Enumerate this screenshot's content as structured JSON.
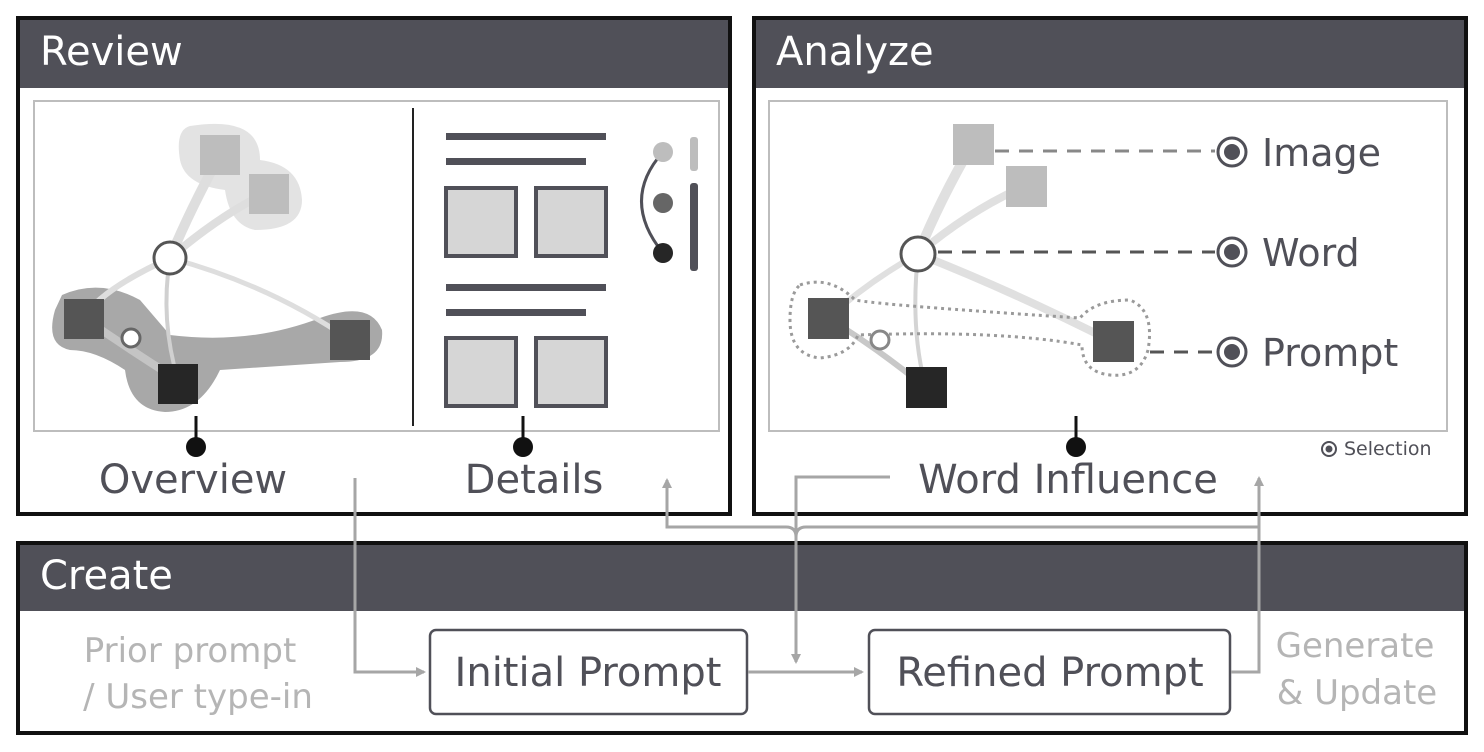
{
  "review": {
    "title": "Review",
    "overview_label": "Overview",
    "details_label": "Details"
  },
  "analyze": {
    "title": "Analyze",
    "word_influence_label": "Word Influence",
    "legend_image": "Image",
    "legend_word": "Word",
    "legend_prompt": "Prompt",
    "selection_note": "Selection"
  },
  "create": {
    "title": "Create",
    "prior_prompt_line1": "Prior prompt",
    "prior_prompt_line2": "/ User type-in",
    "initial_prompt": "Initial Prompt",
    "refined_prompt": "Refined Prompt",
    "generate_line1": "Generate",
    "generate_line2": "& Update"
  },
  "colors": {
    "header": "#505058",
    "border": "#111111",
    "light_gray": "#bdbdbd",
    "mid_gray": "#9a9a9a",
    "dark_square": "#555555",
    "black_square": "#262626",
    "arrow_gray": "#a6a6a6"
  }
}
